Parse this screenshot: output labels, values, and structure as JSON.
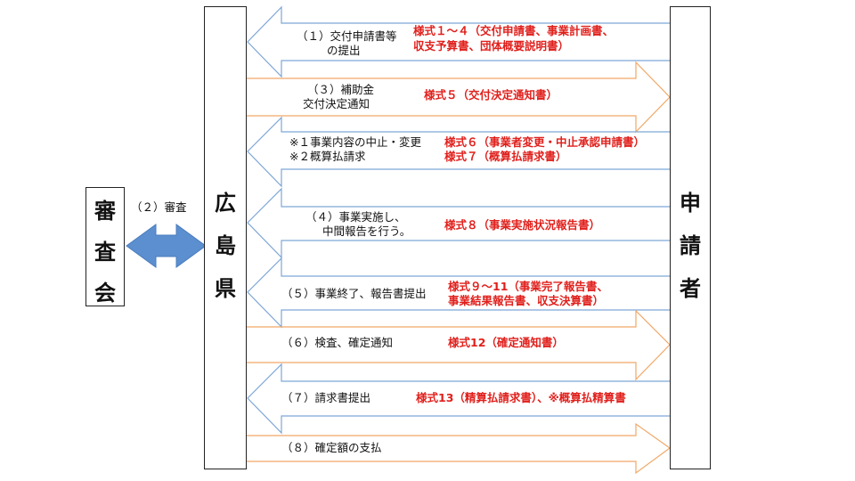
{
  "colors": {
    "left_arrow_stroke": "#7ea6d6",
    "right_arrow_stroke": "#f0a868",
    "double_arrow_fill": "#5b8fcf",
    "form_text": "#e0201c"
  },
  "entities": {
    "committee": [
      "審",
      "査",
      "会"
    ],
    "prefecture": [
      "広",
      "島",
      "県"
    ],
    "applicant": [
      "申",
      "請",
      "者"
    ]
  },
  "review": {
    "label": "（２）審査"
  },
  "steps": [
    {
      "label": [
        "（１）交付申請書等",
        "の提出"
      ],
      "form": [
        "様式１～４（交付申請書、事業計画書、",
        "収支予算書、団体概要説明書）"
      ],
      "direction": "to-prefecture"
    },
    {
      "label": [
        "（３）補助金",
        "交付決定通知"
      ],
      "form": [
        "様式５（交付決定通知書）"
      ],
      "direction": "to-applicant"
    },
    {
      "label": [
        "※１事業内容の中止・変更",
        "※２概算払請求"
      ],
      "form": [
        "様式６（事業者変更・中止承認申請書）",
        "様式７（概算払請求書）"
      ],
      "direction": "to-prefecture"
    },
    {
      "label": [
        "（４）事業実施し、",
        "中間報告を行う。"
      ],
      "form": [
        "様式８（事業実施状況報告書）"
      ],
      "direction": "to-prefecture"
    },
    {
      "label": [
        "（５）事業終了、報告書提出"
      ],
      "form": [
        "様式９～11（事業完了報告書、",
        "事業結果報告書、収支決算書）"
      ],
      "direction": "to-prefecture"
    },
    {
      "label": [
        "（６）検査、確定通知"
      ],
      "form": [
        "様式12（確定通知書）"
      ],
      "direction": "to-applicant"
    },
    {
      "label": [
        "（７）請求書提出"
      ],
      "form": [
        "様式13（精算払請求書）、※概算払精算書"
      ],
      "direction": "to-prefecture"
    },
    {
      "label": [
        "（８）確定額の支払"
      ],
      "form": [],
      "direction": "to-applicant"
    }
  ]
}
